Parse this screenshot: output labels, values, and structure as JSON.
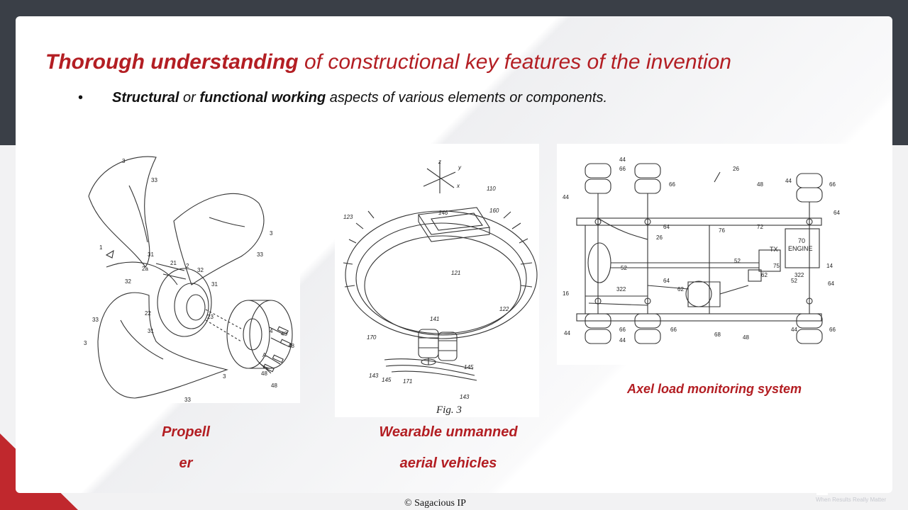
{
  "slide": {
    "title_bold": "Thorough understanding",
    "title_rest": "of constructional key features of the invention",
    "bullet_symbol": "•",
    "bullet_bold1": "Structural",
    "bullet_mid": "or",
    "bullet_bold2": "functional working",
    "bullet_rest": "aspects of various elements or components."
  },
  "figures": {
    "propeller": {
      "caption_line1": "Propell",
      "caption_line2": "er",
      "labels": [
        "3",
        "33",
        "31",
        "1",
        "2a",
        "21",
        "2",
        "32",
        "32",
        "31",
        "33",
        "3",
        "22",
        "31",
        "23",
        "4",
        "48",
        "48",
        "A",
        "48",
        "48",
        "33",
        "3",
        "3",
        "33"
      ]
    },
    "wearable": {
      "caption_line1": "Wearable unmanned",
      "caption_line2": "aerial vehicles",
      "fig_label": "Fig. 3",
      "labels": [
        "z",
        "y",
        "x",
        "110",
        "123",
        "146",
        "160",
        "121",
        "122",
        "141",
        "170",
        "143",
        "145",
        "171",
        "145",
        "143"
      ]
    },
    "axle": {
      "caption": "Axel load monitoring system",
      "engine_label": "70\nENGINE",
      "tx_label": "TX",
      "labels": [
        "26",
        "44",
        "66",
        "66",
        "48",
        "44",
        "66",
        "44",
        "64",
        "64",
        "26",
        "76",
        "72",
        "52",
        "75",
        "62",
        "52",
        "322",
        "64",
        "62",
        "16",
        "322",
        "52",
        "14",
        "64",
        "44",
        "66",
        "66",
        "44",
        "68",
        "48",
        "44",
        "66"
      ]
    }
  },
  "footer": {
    "copyright": "© Sagacious  IP"
  },
  "logo": {
    "name": "Sagacious IP",
    "tagline": "When Results Really Matter"
  }
}
